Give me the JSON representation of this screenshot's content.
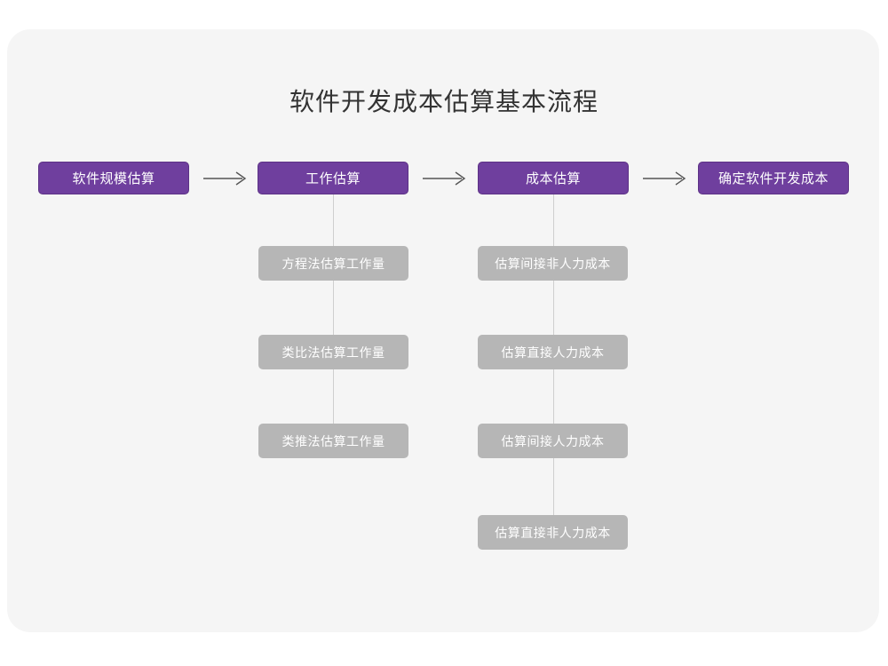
{
  "title": "软件开发成本估算基本流程",
  "theme": {
    "page_background": "#ffffff",
    "panel_background": "#f5f5f5",
    "stage_color": "#6f3f9e",
    "stage_border_color": "#5d3286",
    "sub_color": "#b6b6b6",
    "connector_color": "#cfcfcf",
    "arrow_color": "#555555",
    "title_color": "#333333",
    "node_text_color": "#ffffff"
  },
  "chart_data": {
    "type": "diagram",
    "title": "软件开发成本估算基本流程",
    "orientation": "left-to-right with vertical sub-branches",
    "stages": [
      {
        "id": "stage-0",
        "label": "软件规模估算",
        "substeps": []
      },
      {
        "id": "stage-1",
        "label": "工作估算",
        "substeps": [
          "方程法估算工作量",
          "类比法估算工作量",
          "类推法估算工作量"
        ]
      },
      {
        "id": "stage-2",
        "label": "成本估算",
        "substeps": [
          "估算间接非人力成本",
          "估算直接人力成本",
          "估算间接人力成本",
          "估算直接非人力成本"
        ]
      },
      {
        "id": "stage-3",
        "label": "确定软件开发成本",
        "substeps": []
      }
    ],
    "arrows": [
      {
        "from": "软件规模估算",
        "to": "工作估算"
      },
      {
        "from": "工作估算",
        "to": "成本估算"
      },
      {
        "from": "成本估算",
        "to": "确定软件开发成本"
      }
    ]
  },
  "stages": {
    "s0": "软件规模估算",
    "s1": "工作估算",
    "s2": "成本估算",
    "s3": "确定软件开发成本"
  },
  "substeps_left": {
    "a": "方程法估算工作量",
    "b": "类比法估算工作量",
    "c": "类推法估算工作量"
  },
  "substeps_right": {
    "a": "估算间接非人力成本",
    "b": "估算直接人力成本",
    "c": "估算间接人力成本",
    "d": "估算直接非人力成本"
  }
}
